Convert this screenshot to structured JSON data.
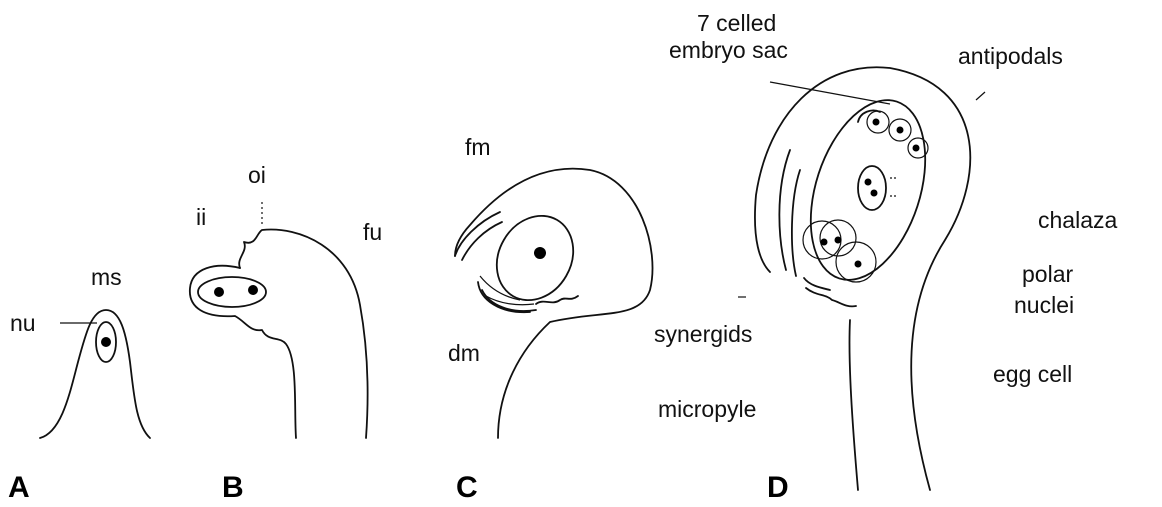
{
  "panels": [
    "A",
    "B",
    "C",
    "D"
  ],
  "labels": {
    "nu": "nu",
    "ms": "ms",
    "ii": "ii",
    "oi": "oi",
    "fu": "fu",
    "fm": "fm",
    "dm": "dm",
    "seven_celled": "7 celled",
    "embryo_sac": "embryo sac",
    "antipodals": "antipodals",
    "chalaza": "chalaza",
    "polar": "polar",
    "nuclei": "nuclei",
    "synergids": "synergids",
    "egg_cell": "egg cell",
    "micropyle": "micropyle"
  }
}
